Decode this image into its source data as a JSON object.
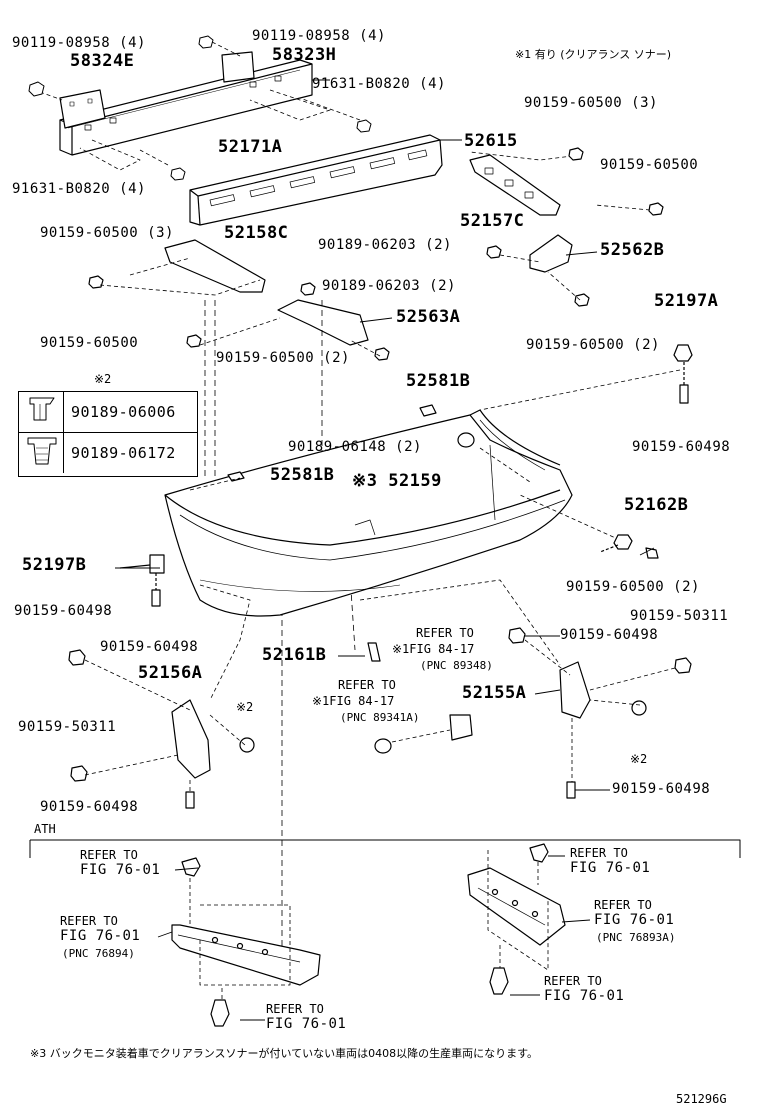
{
  "note_top": "※1 有り (クリアランス ソナー)",
  "labels": {
    "p90119_08958_4_a": "90119-08958 (4)",
    "p90119_08958_4_b": "90119-08958 (4)",
    "p58324E": "58324E",
    "p58323H": "58323H",
    "p91631_B0820_4_a": "91631-B0820 (4)",
    "p91631_B0820_4_b": "91631-B0820 (4)",
    "p52171A": "52171A",
    "p52615": "52615",
    "p90159_60500_3_a": "90159-60500 (3)",
    "p90159_60500_a": "90159-60500",
    "p52157C": "52157C",
    "p90159_60500_3_b": "90159-60500 (3)",
    "p52158C": "52158C",
    "p90189_06203_2_a": "90189-06203 (2)",
    "p52562B": "52562B",
    "p90189_06203_2_b": "90189-06203 (2)",
    "p52563A": "52563A",
    "p90159_60500_b": "90159-60500",
    "p90159_60500_2_a": "90159-60500 (2)",
    "p90159_60500_2_b": "90159-60500 (2)",
    "p52197A": "52197A",
    "mark_2_legend": "※2",
    "p52581B_a": "52581B",
    "p90189_06148_2": "90189-06148 (2)",
    "p90159_60498_a": "90159-60498",
    "p52581B_b": "52581B",
    "p52159": "※3 52159",
    "p52162B": "52162B",
    "p52197B": "52197B",
    "p90159_60500_2_c": "90159-60500 (2)",
    "p90159_60498_b": "90159-60498",
    "p90159_50311_a": "90159-50311",
    "p90159_60498_c": "90159-60498",
    "p90159_60498_d": "90159-60498",
    "p52161B": "52161B",
    "ref_84_17_a": "REFER TO",
    "ref_84_17_a2": "※1FIG 84-17",
    "ref_84_17_a3": "(PNC 89348)",
    "p52156A": "52156A",
    "ref_84_17_b": "REFER TO",
    "ref_84_17_b2": "※1FIG 84-17",
    "ref_84_17_b3": "(PNC 89341A)",
    "p52155A": "52155A",
    "mark_2_a": "※2",
    "p90159_50311_b": "90159-50311",
    "mark_2_b": "※2",
    "p90159_60498_e": "90159-60498",
    "p90159_60498_f": "90159-60498",
    "ath": "ATH",
    "ref76_a1": "REFER TO",
    "ref76_a2": "FIG 76-01",
    "ref76_b1": "REFER TO",
    "ref76_b2": "FIG 76-01",
    "ref76_c1": "REFER TO",
    "ref76_c2": "FIG 76-01",
    "ref76_c3": "(PNC 76894)",
    "ref76_d1": "REFER TO",
    "ref76_d2": "FIG 76-01",
    "ref76_d3": "(PNC 76893A)",
    "ref76_e1": "REFER TO",
    "ref76_e2": "FIG 76-01",
    "ref76_f1": "REFER TO",
    "ref76_f2": "FIG 76-01"
  },
  "legend": {
    "rows": [
      "90189-06006",
      "90189-06172"
    ]
  },
  "footnote": "※3 バックモニタ装着車でクリアランスソナーが付いていない車両は0408以降の生産車両になります。",
  "figure_id": "521296G"
}
